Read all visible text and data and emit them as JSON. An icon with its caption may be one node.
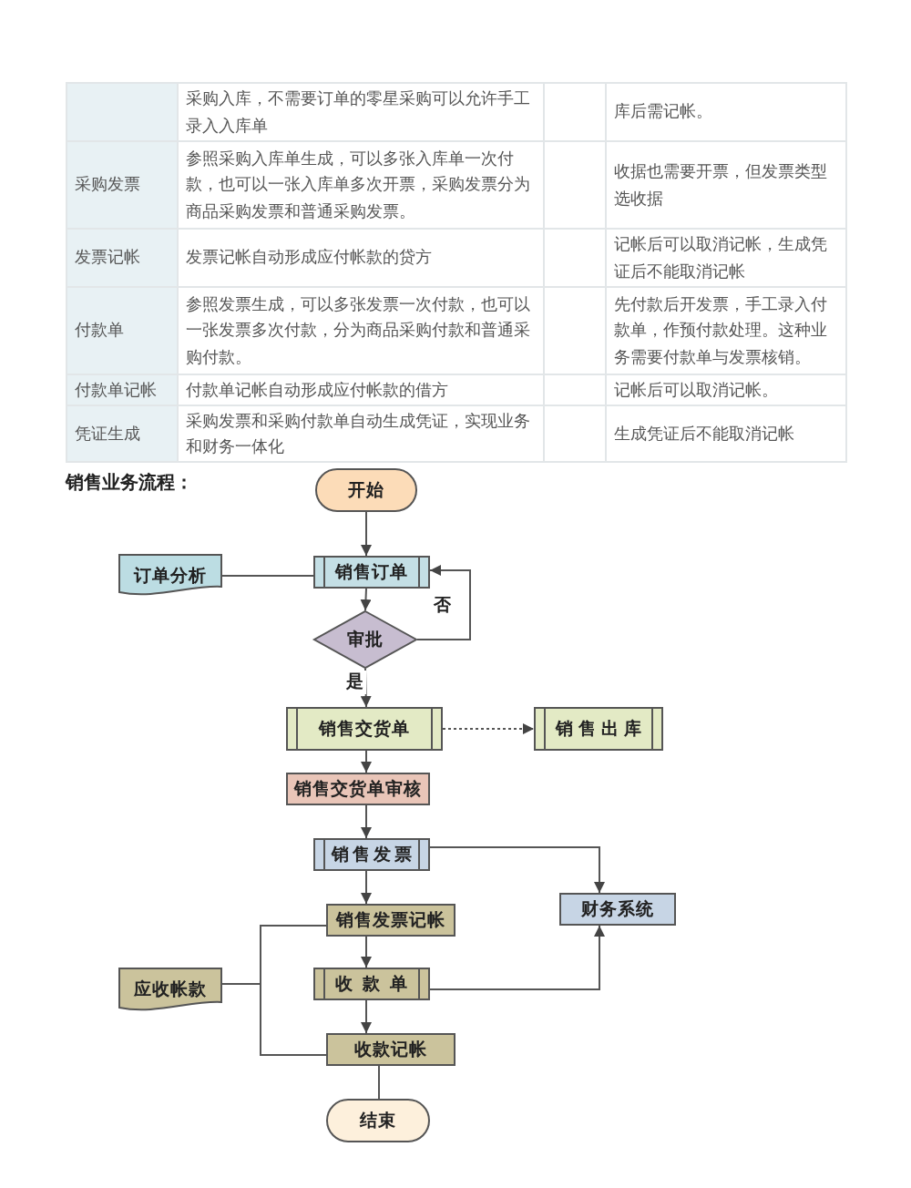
{
  "diagram": {
    "title": "销售业务流程：",
    "nodes": [
      {
        "text": [
          "开始"
        ]
      },
      {
        "text": [
          "订单分析"
        ]
      },
      {
        "text": [
          "销售订单"
        ]
      },
      {
        "text": [
          "审批"
        ]
      },
      {
        "text": [
          "销售交货单"
        ]
      },
      {
        "text": [
          "销售出库"
        ]
      },
      {
        "text": [
          "销售交货单审核"
        ]
      },
      {
        "text": [
          "销售发票"
        ]
      },
      {
        "text": [
          "财务系统"
        ]
      },
      {
        "text": [
          "销售发票记帐"
        ]
      },
      {
        "text": [
          "应收帐款"
        ]
      },
      {
        "text": [
          "收款单"
        ]
      },
      {
        "text": [
          "收款记帐"
        ]
      },
      {
        "text": [
          "结束"
        ]
      }
    ],
    "edges": [
      {
        "from": 0,
        "to": 2,
        "arrow": "to"
      },
      {
        "from": 1,
        "to": 2,
        "arrow": "none"
      },
      {
        "from": 2,
        "to": 3,
        "arrow": "to"
      },
      {
        "from": 3,
        "to": 2,
        "arrow": "to",
        "label": "否"
      },
      {
        "from": 3,
        "to": 4,
        "arrow": "to",
        "label": "是"
      },
      {
        "from": 4,
        "to": 5,
        "arrow": "to",
        "style": "dashed"
      },
      {
        "from": 4,
        "to": 6,
        "arrow": "to"
      },
      {
        "from": 6,
        "to": 7,
        "arrow": "to"
      },
      {
        "from": 7,
        "to": 8,
        "arrow": "to"
      },
      {
        "from": 7,
        "to": 9,
        "arrow": "to"
      },
      {
        "from": 9,
        "to": 11,
        "arrow": "to"
      },
      {
        "from": 11,
        "to": 8,
        "arrow": "to"
      },
      {
        "from": 11,
        "to": 12,
        "arrow": "to"
      },
      {
        "from": 12,
        "to": 13,
        "arrow": "none"
      },
      {
        "from": 10,
        "to": 9,
        "arrow": "none"
      },
      {
        "from": 10,
        "to": 12,
        "arrow": "none"
      }
    ],
    "labels": [
      "采购入库，不需要订单的零星采购可以允许手工录入入库单",
      "库后需记帐。",
      "采购发票",
      "参照采购入库单生成，可以多张入库单一次付款，也可以一张入库单多次开票，采购发票分为商品采购发票和普通采购发票。",
      "收据也需要开票，但发票类型选收据",
      "发票记帐",
      "发票记帐自动形成应付帐款的贷方",
      "记帐后可以取消记帐，生成凭证后不能取消记帐",
      "付款单",
      "参照发票生成，可以多张发票一次付款，也可以一张发票多次付款，分为商品采购付款和普通采购付款。",
      "先付款后开发票，手工录入付款单，作预付款处理。这种业务需要付款单与发票核销。",
      "付款单记帐",
      "付款单记帐自动形成应付帐款的借方",
      "记帐后可以取消记帐。",
      "凭证生成",
      "采购发票和采购付款单自动生成凭证，实现业务和财务一体化",
      "生成凭证后不能取消记帐"
    ]
  }
}
